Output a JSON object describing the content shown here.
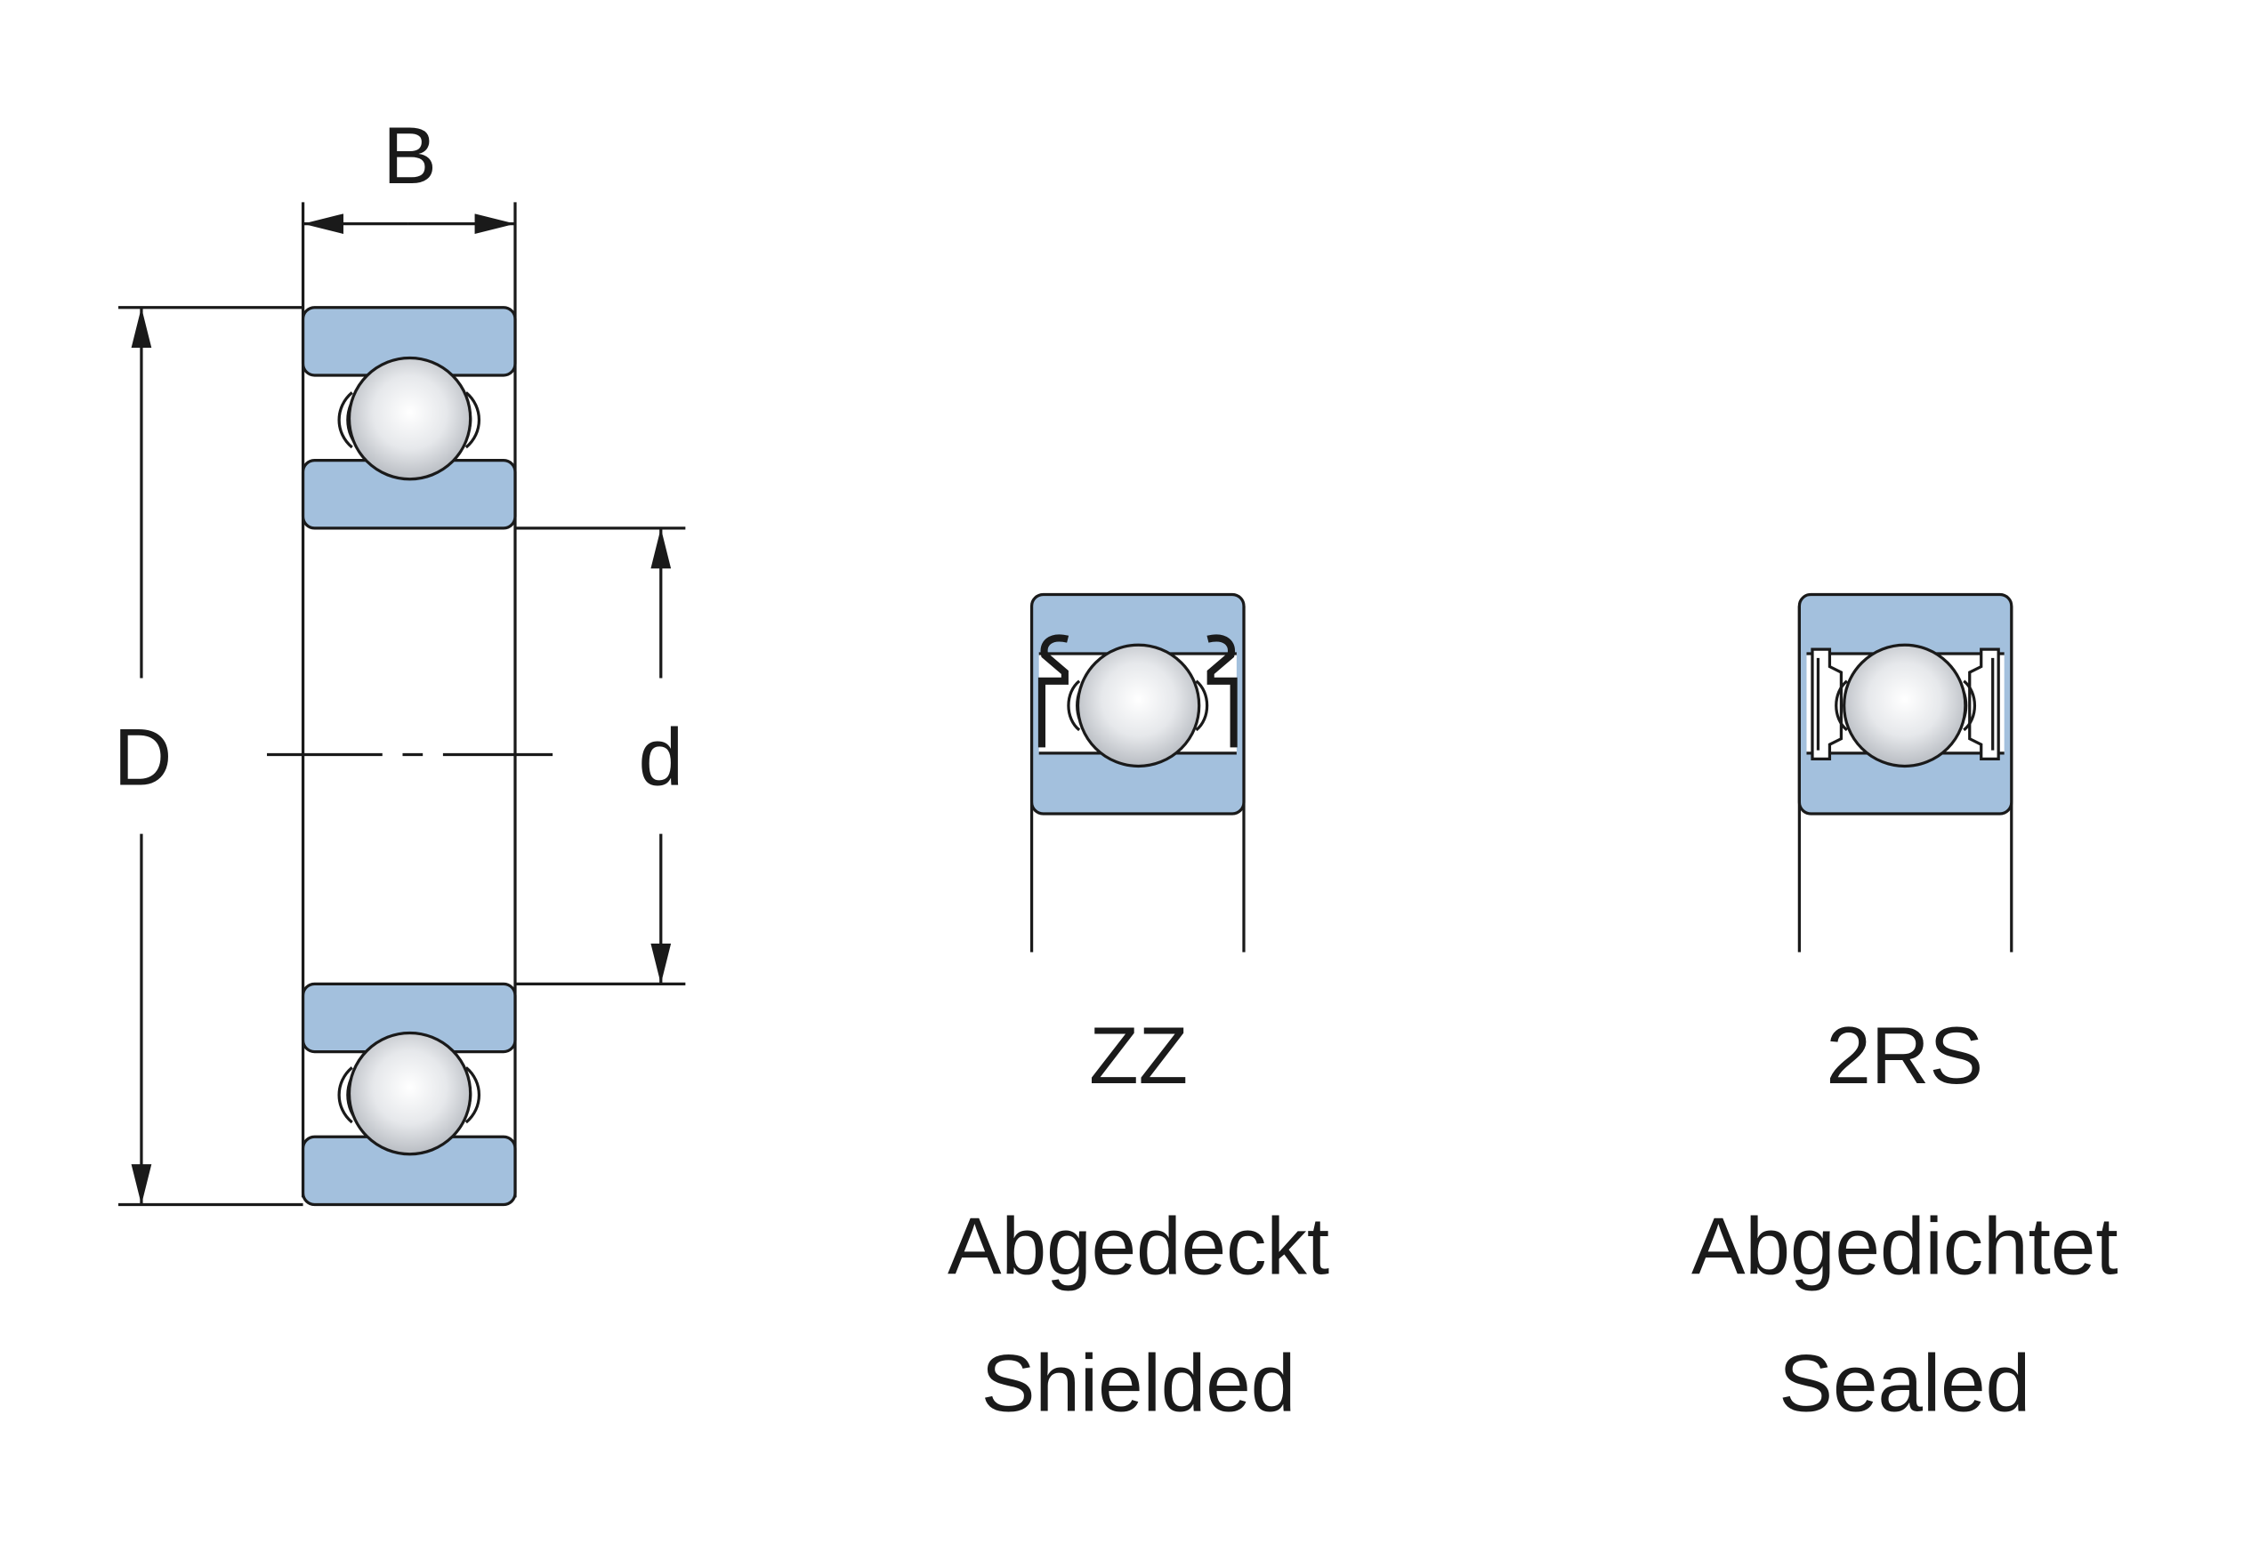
{
  "dimensions": {
    "width_label": "B",
    "outer_diameter_label": "D",
    "bore_label": "d"
  },
  "variants": [
    {
      "code": "ZZ",
      "label_de": "Abgedeckt",
      "label_en": "Shielded"
    },
    {
      "code": "2RS",
      "label_de": "Abgedichtet",
      "label_en": "Sealed"
    }
  ],
  "colors": {
    "ring_fill": "#a3c0dd",
    "ball_center": "#ffffff",
    "ball_edge": "#b8bcc2",
    "line": "#1a1a1a"
  }
}
